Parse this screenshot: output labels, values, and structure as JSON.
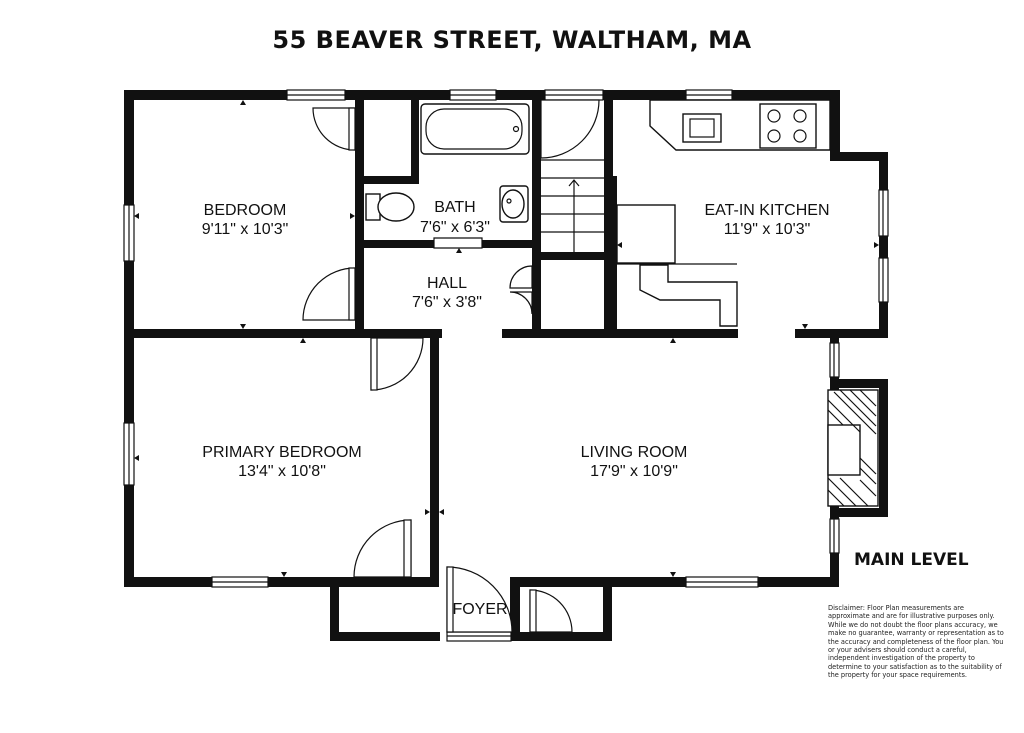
{
  "title": "55 BEAVER STREET, WALTHAM, MA",
  "level": "MAIN LEVEL",
  "disclaimer": "Disclaimer: Floor Plan measurements are approximate and are for illustrative purposes only. While we do not doubt the floor plans accuracy, we make no guarantee, warranty or representation as to the accuracy and completeness of the floor plan. You or your advisers should conduct a careful, independent investigation of the property to determine to your satisfaction as to the suitability of the property for your space requirements.",
  "rooms": {
    "bedroom": {
      "name": "BEDROOM",
      "dims": "9'11\" x 10'3\""
    },
    "bath": {
      "name": "BATH",
      "dims": "7'6\" x 6'3\""
    },
    "hall": {
      "name": "HALL",
      "dims": "7'6\" x 3'8\""
    },
    "kitchen": {
      "name": "EAT-IN KITCHEN",
      "dims": "11'9\" x 10'3\""
    },
    "primary_bedroom": {
      "name": "PRIMARY BEDROOM",
      "dims": "13'4\" x 10'8\""
    },
    "living_room": {
      "name": "LIVING ROOM",
      "dims": "17'9\" x 10'9\""
    },
    "foyer": {
      "name": "FOYER"
    }
  }
}
